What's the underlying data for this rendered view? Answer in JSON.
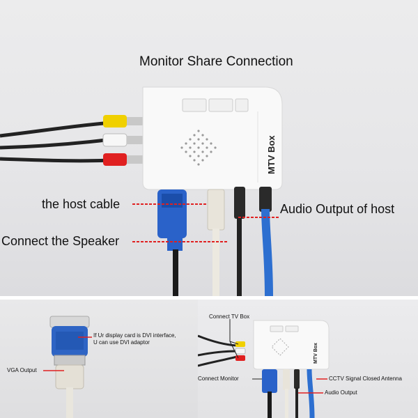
{
  "top_panel": {
    "title": "Monitor Share Connection",
    "labels": {
      "host_cable": "the host cable",
      "audio_output_host": "Audio Output of host",
      "connect_speaker": "Connect the Speaker"
    },
    "device_brand": "MTV Box",
    "accent_color": "#e02020"
  },
  "bottom_left": {
    "dvi_note_line1": "If Ur display card is DVI interface,",
    "dvi_note_line2": "U can use DVI adaptor",
    "vga_output": "VGA Output"
  },
  "bottom_right": {
    "connect_tv_box": "Connect TV Box",
    "connect_monitor": "Connect Monitor",
    "cctv_antenna": "CCTV Signal Closed Antenna",
    "audio_output": "Audio Output",
    "device_brand": "MTV Box"
  }
}
